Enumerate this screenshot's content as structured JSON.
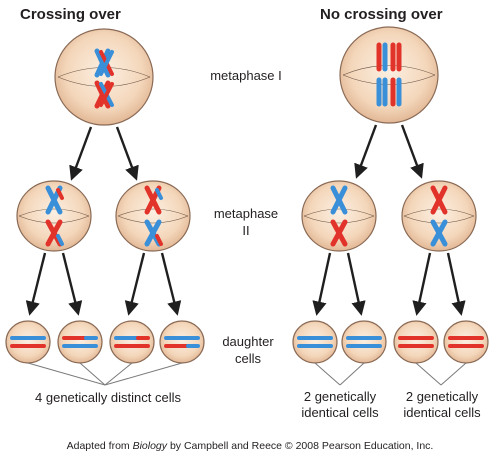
{
  "headings": {
    "left": "Crossing over",
    "right": "No crossing over"
  },
  "stage_labels": {
    "metaphase_1": "metaphase I",
    "metaphase_2_line1": "metaphase",
    "metaphase_2_line2": "II",
    "daughter_line1": "daughter",
    "daughter_line2": "cells"
  },
  "results": {
    "left": "4 genetically distinct cells",
    "right_a_line1": "2 genetically",
    "right_a_line2": "identical cells",
    "right_b_line1": "2 genetically",
    "right_b_line2": "identical cells"
  },
  "credit": {
    "prefix": "Adapted from ",
    "book": "Biology",
    "suffix": " by Campbell and Reece © 2008 Pearson Education, Inc."
  },
  "colors": {
    "blue": "#3a8fd9",
    "red": "#e2332b",
    "cell_fill": "#f7dcc2",
    "cell_edge": "#8a6a55",
    "arrow": "#1f1f1f"
  }
}
